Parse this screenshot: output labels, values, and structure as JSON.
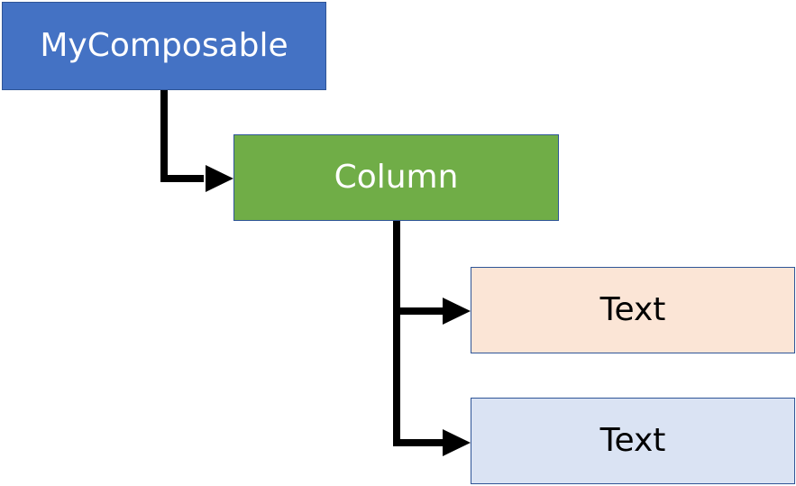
{
  "diagram": {
    "nodes": [
      {
        "id": "root",
        "label": "MyComposable",
        "fill": "#4472c4"
      },
      {
        "id": "column",
        "label": "Column",
        "fill": "#70ad47"
      },
      {
        "id": "text1",
        "label": "Text",
        "fill": "#fbe5d6"
      },
      {
        "id": "text2",
        "label": "Text",
        "fill": "#dae3f3"
      }
    ],
    "edges": [
      {
        "from": "root",
        "to": "column"
      },
      {
        "from": "column",
        "to": "text1"
      },
      {
        "from": "column",
        "to": "text2"
      }
    ],
    "colors": {
      "border": "#2f5597",
      "connector": "#000000"
    }
  }
}
